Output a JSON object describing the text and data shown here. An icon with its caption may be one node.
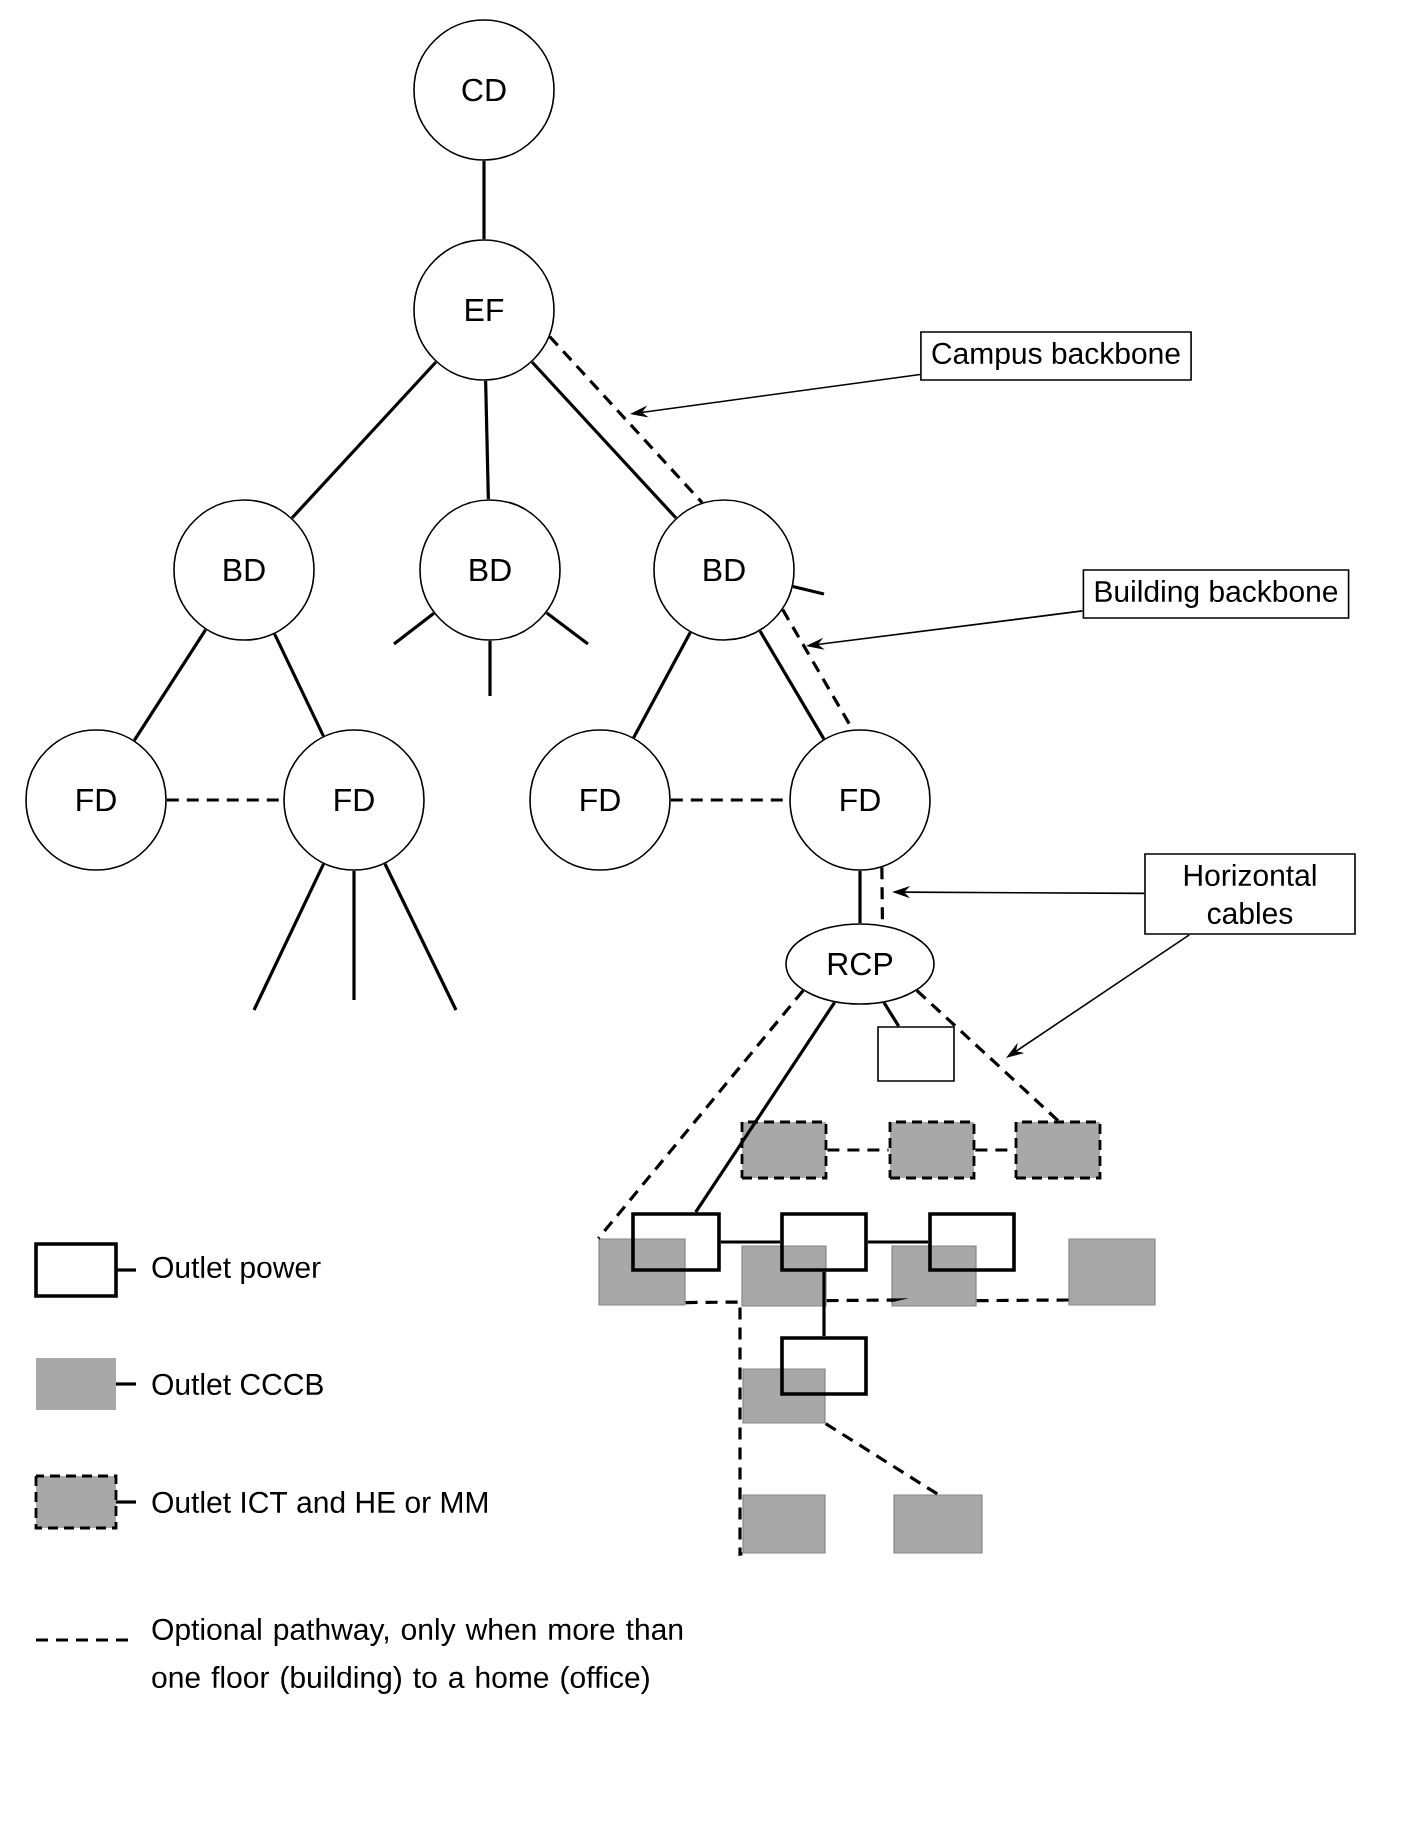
{
  "diagram": {
    "nodes": [
      {
        "text": [
          "CD"
        ]
      },
      {
        "text": [
          "EF"
        ]
      },
      {
        "text": [
          "BD"
        ]
      },
      {
        "text": [
          "BD"
        ]
      },
      {
        "text": [
          "BD"
        ]
      },
      {
        "text": [
          "FD"
        ]
      },
      {
        "text": [
          "FD"
        ]
      },
      {
        "text": [
          "FD"
        ]
      },
      {
        "text": [
          "FD"
        ]
      },
      {
        "text": [
          "RCP"
        ]
      },
      {
        "text": [
          "Campus backbone"
        ]
      },
      {
        "text": [
          "Building backbone"
        ]
      },
      {
        "text": [
          "Horizontal cables"
        ]
      },
      {
        "text": [],
        "shape": "box"
      },
      {
        "text": [],
        "shape": "box"
      },
      {
        "text": [],
        "shape": "box"
      },
      {
        "text": [],
        "shape": "box"
      },
      {
        "text": [],
        "shape": "box"
      },
      {
        "text": [],
        "shape": "box"
      },
      {
        "text": [],
        "shape": "box"
      },
      {
        "text": [],
        "shape": "box"
      },
      {
        "text": [],
        "shape": "box"
      },
      {
        "text": [],
        "shape": "box"
      },
      {
        "text": [],
        "shape": "box"
      },
      {
        "text": [],
        "shape": "box"
      },
      {
        "text": [],
        "shape": "box"
      },
      {
        "text": [],
        "shape": "box"
      },
      {
        "text": [],
        "shape": "box"
      }
    ],
    "edges": [
      {
        "from": 0,
        "to": 1,
        "arrow": "none"
      },
      {
        "from": 1,
        "to": 2,
        "arrow": "none"
      },
      {
        "from": 1,
        "to": 3,
        "arrow": "none"
      },
      {
        "from": 1,
        "to": 4,
        "arrow": "none"
      },
      {
        "from": 1,
        "to": 4,
        "arrow": "none",
        "style": "dashed"
      },
      {
        "from": 2,
        "to": 5,
        "arrow": "none"
      },
      {
        "from": 2,
        "to": 6,
        "arrow": "none"
      },
      {
        "from": 5,
        "to": 6,
        "arrow": "none",
        "style": "dashed"
      },
      {
        "from": 4,
        "to": 7,
        "arrow": "none"
      },
      {
        "from": 4,
        "to": 8,
        "arrow": "none"
      },
      {
        "from": 7,
        "to": 8,
        "arrow": "none",
        "style": "dashed"
      },
      {
        "from": 4,
        "to": 8,
        "arrow": "none",
        "style": "dashed"
      },
      {
        "from": 8,
        "to": 9,
        "arrow": "none"
      },
      {
        "from": 8,
        "to": 9,
        "arrow": "none",
        "style": "dashed"
      },
      {
        "from": 9,
        "to": 13,
        "arrow": "none"
      },
      {
        "from": 9,
        "to": 24,
        "arrow": "none"
      },
      {
        "from": 9,
        "to": 17,
        "arrow": "none",
        "style": "dashed"
      },
      {
        "from": 9,
        "to": 16,
        "arrow": "none",
        "style": "dashed"
      },
      {
        "from": 14,
        "to": 15,
        "arrow": "none",
        "style": "dashed"
      },
      {
        "from": 15,
        "to": 16,
        "arrow": "none",
        "style": "dashed"
      },
      {
        "from": 24,
        "to": 25,
        "arrow": "none"
      },
      {
        "from": 25,
        "to": 26,
        "arrow": "none"
      },
      {
        "from": 25,
        "to": 27,
        "arrow": "none"
      },
      {
        "from": 17,
        "to": 22,
        "arrow": "none",
        "style": "dashed"
      },
      {
        "from": 18,
        "to": 19,
        "arrow": "none",
        "style": "dashed"
      },
      {
        "from": 19,
        "to": 20,
        "arrow": "none",
        "style": "dashed"
      },
      {
        "from": 21,
        "to": 23,
        "arrow": "none",
        "style": "dashed"
      },
      {
        "from": 3,
        "to": null,
        "arrow": "none"
      },
      {
        "from": 3,
        "to": null,
        "arrow": "none"
      },
      {
        "from": 3,
        "to": null,
        "arrow": "none"
      },
      {
        "from": 4,
        "to": null,
        "arrow": "none"
      },
      {
        "from": 6,
        "to": null,
        "arrow": "none"
      },
      {
        "from": 6,
        "to": null,
        "arrow": "none"
      },
      {
        "from": 6,
        "to": null,
        "arrow": "none"
      },
      {
        "from": 10,
        "to": null,
        "arrow": "to"
      },
      {
        "from": 11,
        "to": null,
        "arrow": "to"
      },
      {
        "from": 12,
        "to": null,
        "arrow": "to"
      },
      {
        "from": 12,
        "to": null,
        "arrow": "to"
      }
    ],
    "legend": [
      {
        "text": "Outlet power"
      },
      {
        "text": "Outlet CCCB",
        "color": "#a8a8a8"
      },
      {
        "text": "Outlet ICT and HE or MM"
      },
      {
        "text": "Optional pathway, only when more than one floor (building) to a home (office)"
      }
    ]
  }
}
